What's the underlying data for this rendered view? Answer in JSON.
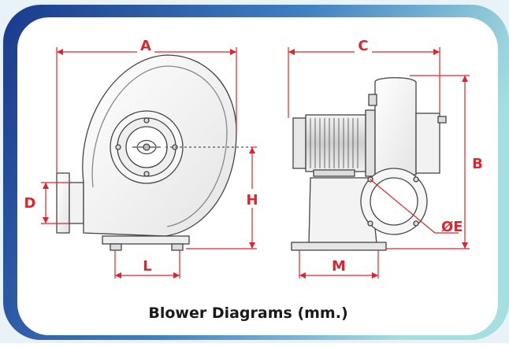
{
  "caption": "Blower Diagrams (mm.)",
  "dimensions": {
    "A": "A",
    "B": "B",
    "C": "C",
    "D": "D",
    "E": "ØE",
    "H": "H",
    "L": "L",
    "M": "M"
  },
  "colors": {
    "frame_left": "#1f3f8f",
    "frame_right": "#8fd0d6",
    "dimension": "#e0242c",
    "caption": "#1a1a1a",
    "line": "#444444"
  }
}
